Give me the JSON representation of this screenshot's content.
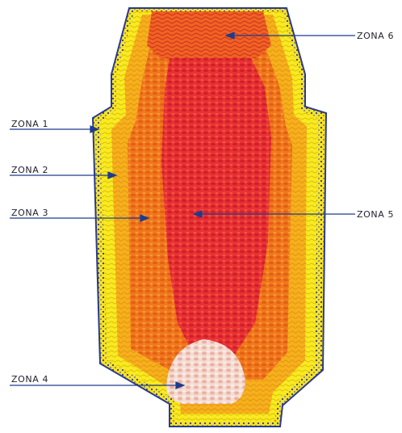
{
  "diagram": {
    "zones": [
      {
        "id": "zona-1",
        "label": "ZONA 1"
      },
      {
        "id": "zona-2",
        "label": "ZONA 2"
      },
      {
        "id": "zona-3",
        "label": "ZONA 3"
      },
      {
        "id": "zona-4",
        "label": "ZONA 4"
      },
      {
        "id": "zona-5",
        "label": "ZONA 5"
      },
      {
        "id": "zona-6",
        "label": "ZONA 6"
      }
    ],
    "colors": {
      "outline": "#2b3a8f",
      "wall": "#f7ec1a",
      "outer_layer": "#f5b21a",
      "middle_layer": "#f07a1e",
      "core": "#e8283a",
      "bottom_pile": "#f3d7cf",
      "leader": "#1f3c8c"
    }
  }
}
